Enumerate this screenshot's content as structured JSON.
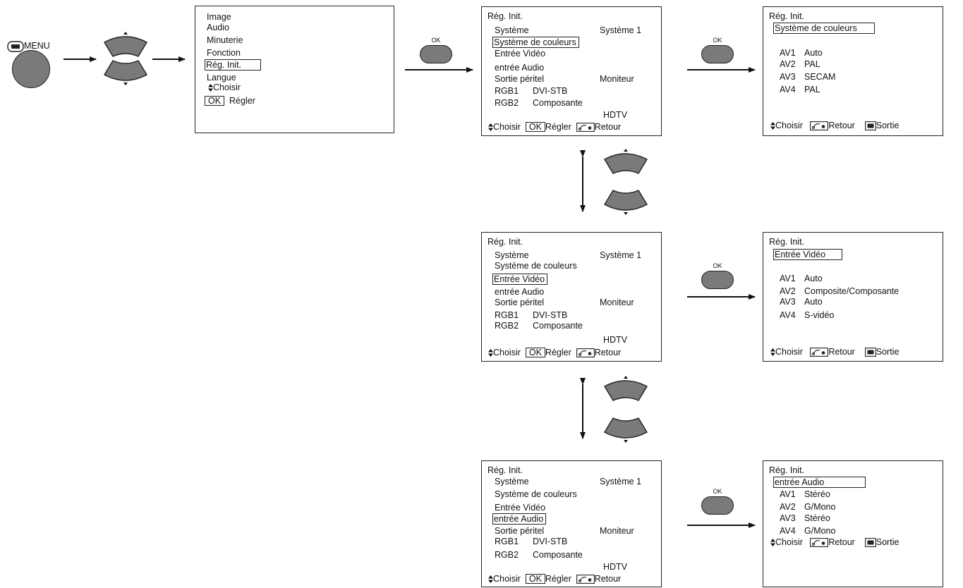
{
  "start": {
    "label": "MENU"
  },
  "ok_label": "OK",
  "main_menu": {
    "items": [
      "Image",
      "Audio",
      "Minuterie",
      "Fonction",
      "Rég. Init.",
      "Langue"
    ],
    "selected": "Rég. Init.",
    "hint_choose": "Choisir",
    "hint_ok": "OK",
    "hint_set": "Régler"
  },
  "setup_screens": [
    {
      "title": "Rég. Init.",
      "systeme_label": "Système",
      "systeme_value": "Système 1",
      "couleurs_label": "Système de couleurs",
      "video_label": "Entrée Vidéo",
      "audio_label": "entrée Audio",
      "peritel_label": "Sortie péritel",
      "peritel_value": "Moniteur",
      "rgb1_label": "RGB1",
      "rgb1_value": "DVI-STB",
      "rgb2_label": "RGB2",
      "rgb2_value": "Composante",
      "hdtv": "HDTV",
      "hint_choose": "Choisir",
      "hint_ok": "OK",
      "hint_set": "Régler",
      "hint_back": "Retour",
      "selected": "couleurs"
    },
    {
      "title": "Rég. Init.",
      "systeme_label": "Système",
      "systeme_value": "Système 1",
      "couleurs_label": "Système de couleurs",
      "video_label": "Entrée Vidéo",
      "audio_label": "entrée Audio",
      "peritel_label": "Sortie péritel",
      "peritel_value": "Moniteur",
      "rgb1_label": "RGB1",
      "rgb1_value": "DVI-STB",
      "rgb2_label": "RGB2",
      "rgb2_value": "Composante",
      "hdtv": "HDTV",
      "hint_choose": "Choisir",
      "hint_ok": "OK",
      "hint_set": "Régler",
      "hint_back": "Retour",
      "selected": "video"
    },
    {
      "title": "Rég. Init.",
      "systeme_label": "Système",
      "systeme_value": "Système 1",
      "couleurs_label": "Système de couleurs",
      "video_label": "Entrée Vidéo",
      "audio_label": "entrée Audio",
      "peritel_label": "Sortie péritel",
      "peritel_value": "Moniteur",
      "rgb1_label": "RGB1",
      "rgb1_value": "DVI-STB",
      "rgb2_label": "RGB2",
      "rgb2_value": "Composante",
      "hdtv": "HDTV",
      "hint_choose": "Choisir",
      "hint_ok": "OK",
      "hint_set": "Régler",
      "hint_back": "Retour",
      "selected": "audio"
    }
  ],
  "detail_screens": [
    {
      "title": "Rég. Init.",
      "header": "Système de couleurs",
      "rows": [
        {
          "av": "AV1",
          "value": "Auto"
        },
        {
          "av": "AV2",
          "value": "PAL"
        },
        {
          "av": "AV3",
          "value": "SECAM"
        },
        {
          "av": "AV4",
          "value": "PAL"
        }
      ],
      "hint_choose": "Choisir",
      "hint_back": "Retour",
      "hint_exit": "Sortie"
    },
    {
      "title": "Rég. Init.",
      "header": "Entrée Vidéo",
      "rows": [
        {
          "av": "AV1",
          "value": "Auto"
        },
        {
          "av": "AV2",
          "value": "Composite/Composante"
        },
        {
          "av": "AV3",
          "value": "Auto"
        },
        {
          "av": "AV4",
          "value": "S-vidéo"
        }
      ],
      "hint_choose": "Choisir",
      "hint_back": "Retour",
      "hint_exit": "Sortie"
    },
    {
      "title": "Rég. Init.",
      "header": "entrée Audio",
      "rows": [
        {
          "av": "AV1",
          "value": "Stéréo"
        },
        {
          "av": "AV2",
          "value": "G/Mono"
        },
        {
          "av": "AV3",
          "value": "Stéréo"
        },
        {
          "av": "AV4",
          "value": "G/Mono"
        }
      ],
      "hint_choose": "Choisir",
      "hint_back": "Retour",
      "hint_exit": "Sortie"
    }
  ]
}
